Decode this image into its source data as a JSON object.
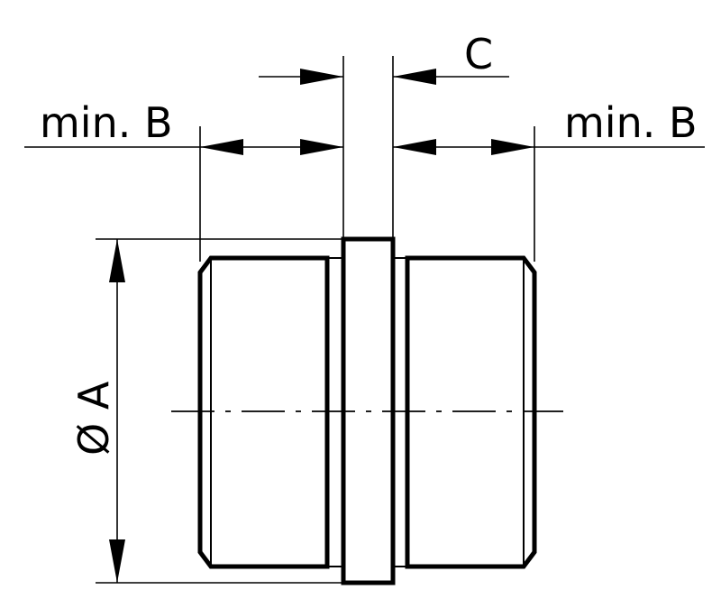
{
  "labels": {
    "dimension_c": "C",
    "dimension_b_left": "min. B",
    "dimension_b_right": "min. B",
    "dimension_a": "Ø A"
  }
}
